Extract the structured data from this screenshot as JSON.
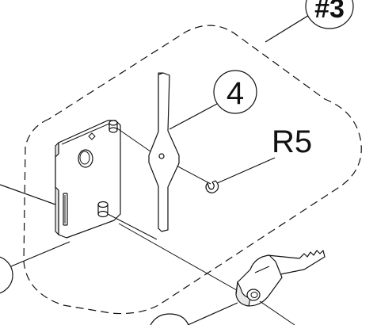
{
  "callouts": {
    "assembly": "#3",
    "plate_part": "4",
    "ring_part": "R5"
  },
  "colors": {
    "line": "#111111",
    "background": "#ffffff",
    "shading": "#e8e8e8"
  }
}
